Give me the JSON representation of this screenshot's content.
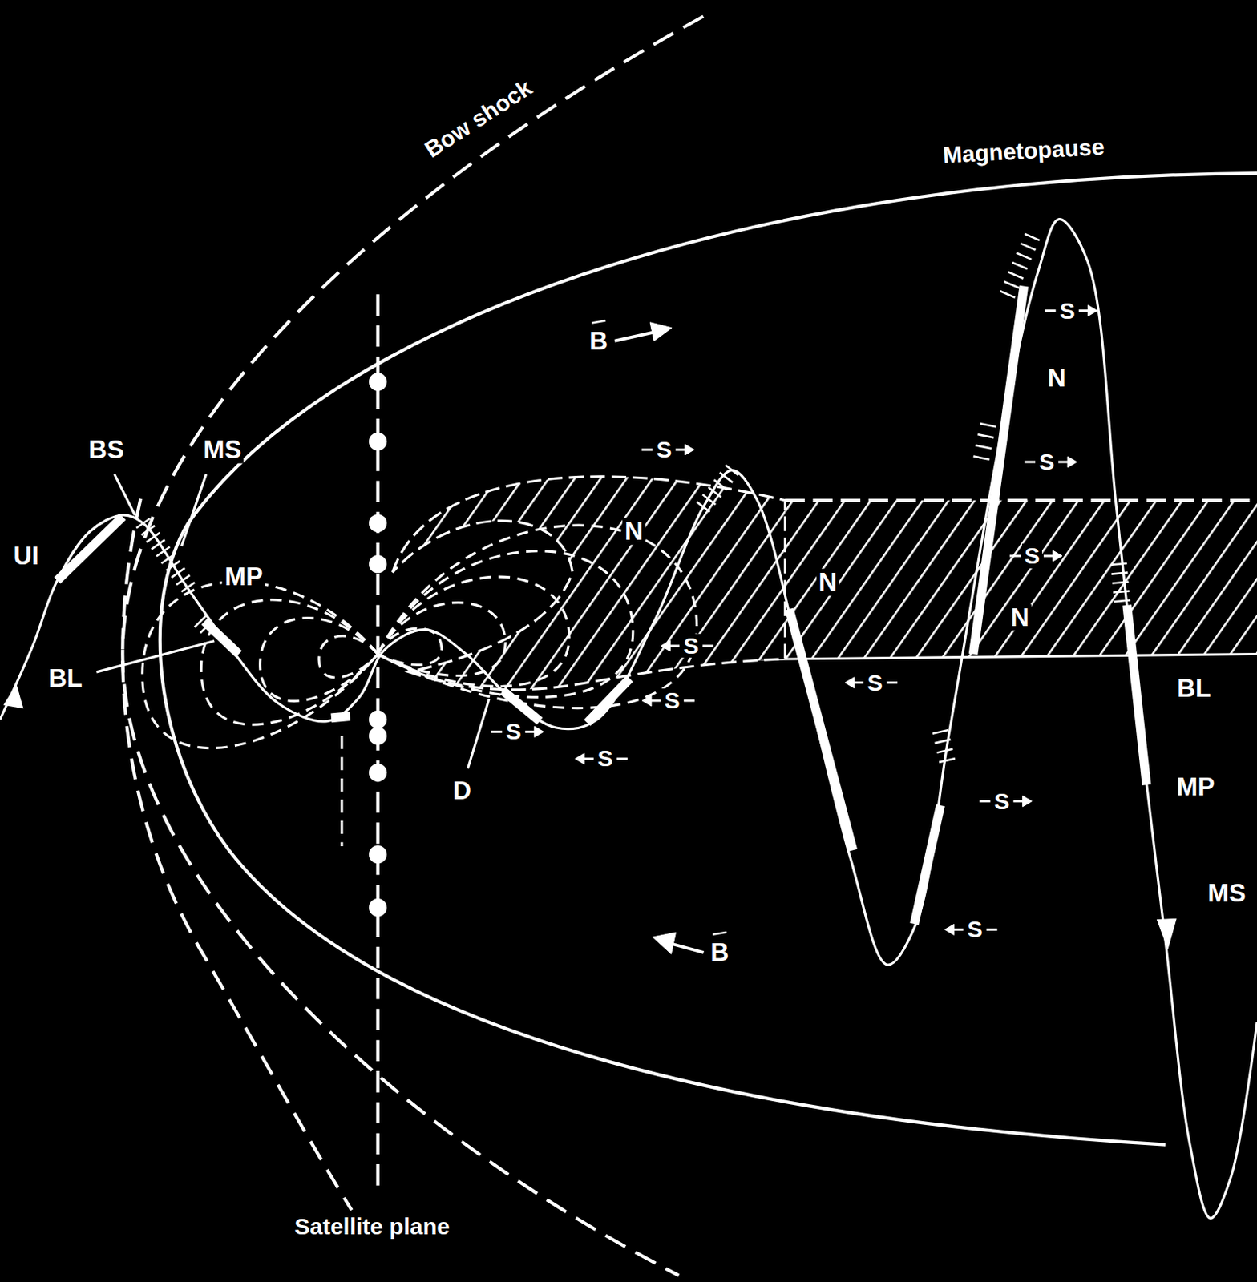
{
  "diagram": {
    "labels": [
      "Bow shock",
      "Magnetopause",
      "Satellite plane",
      "UI",
      "BS",
      "MS",
      "MP",
      "BL",
      "D",
      "B",
      "N",
      "S",
      "N",
      "S",
      "S",
      "S",
      "S",
      "S",
      "S",
      "N",
      "S",
      "S",
      "N",
      "S",
      "S",
      "BL",
      "MP",
      "MS",
      "B"
    ]
  }
}
